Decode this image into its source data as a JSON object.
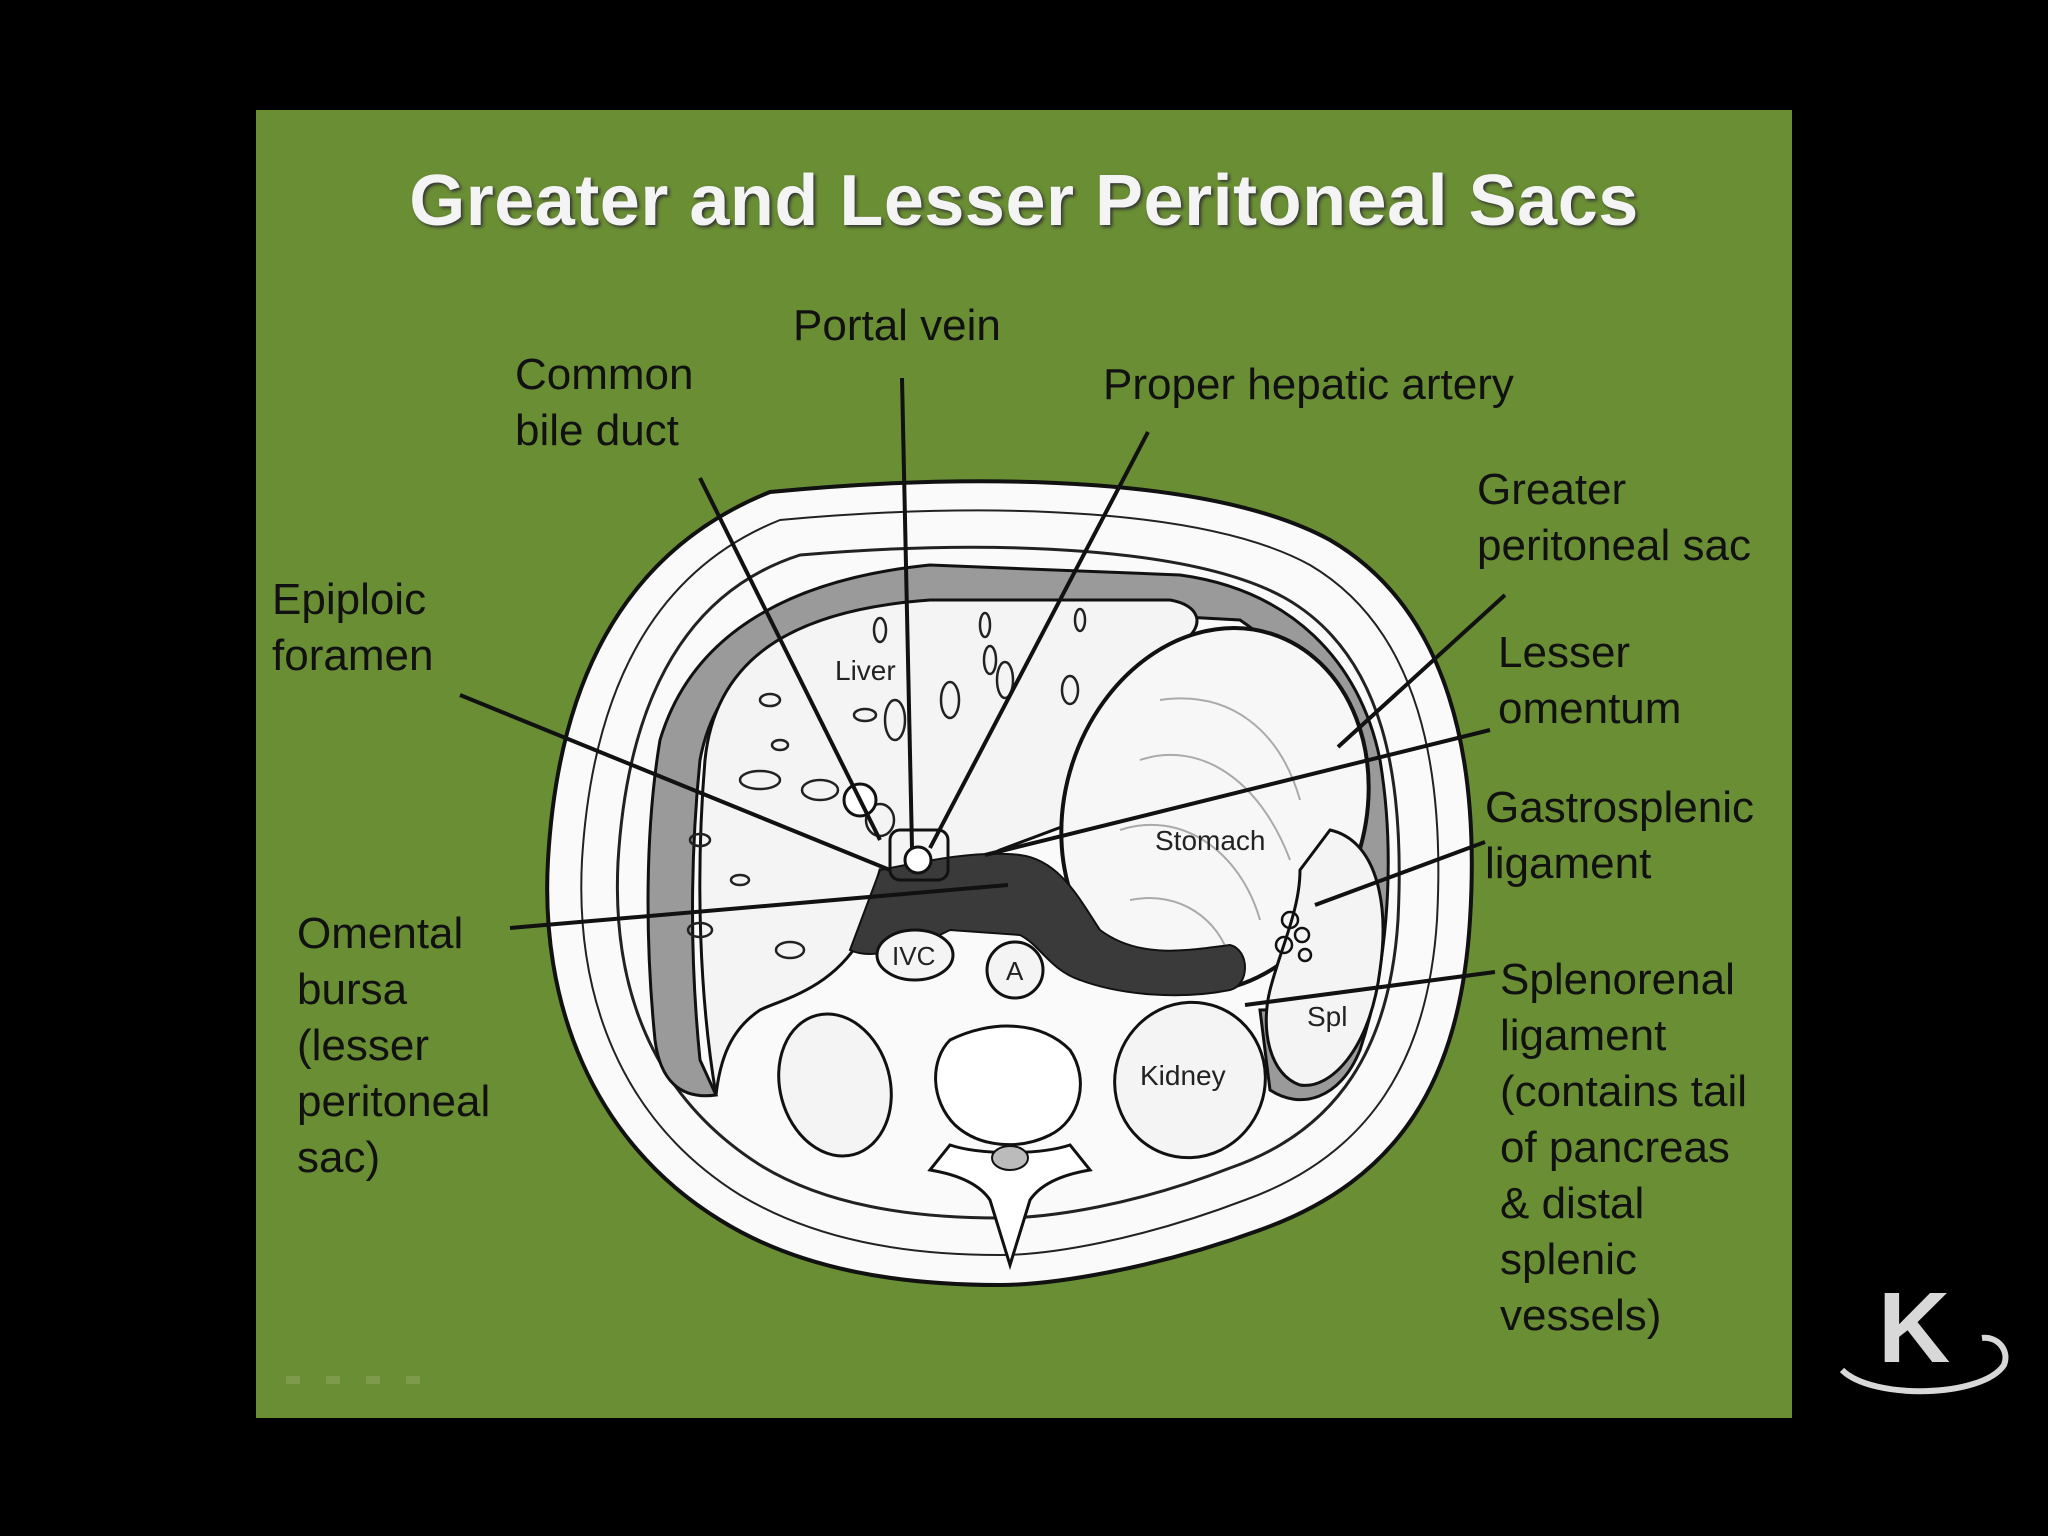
{
  "slide": {
    "title": "Greater and Lesser Peritoneal Sacs",
    "background_color": "#6a8e34"
  },
  "labels": {
    "portal_vein": "Portal vein",
    "common_bile_duct": "Common\nbile duct",
    "proper_hepatic_artery": "Proper hepatic artery",
    "greater_peritoneal_sac": "Greater\nperitoneal sac",
    "epiploic_foramen": "Epiploic\nforamen",
    "lesser_omentum": "Lesser\nomentum",
    "gastrosplenic_ligament": "Gastrosplenic\nligament",
    "omental_bursa": "Omental\nbursa\n(lesser\nperitoneal\nsac)",
    "splenorenal_ligament": "Splenorenal\nligament\n(contains tail\nof pancreas\n& distal\nsplenic\nvessels)"
  },
  "organs": {
    "liver": "Liver",
    "stomach": "Stomach",
    "ivc": "IVC",
    "aorta": "A",
    "kidney": "Kidney",
    "spleen": "Spl"
  },
  "logo": {
    "letter": "K",
    "icon": "k-logo-icon"
  }
}
